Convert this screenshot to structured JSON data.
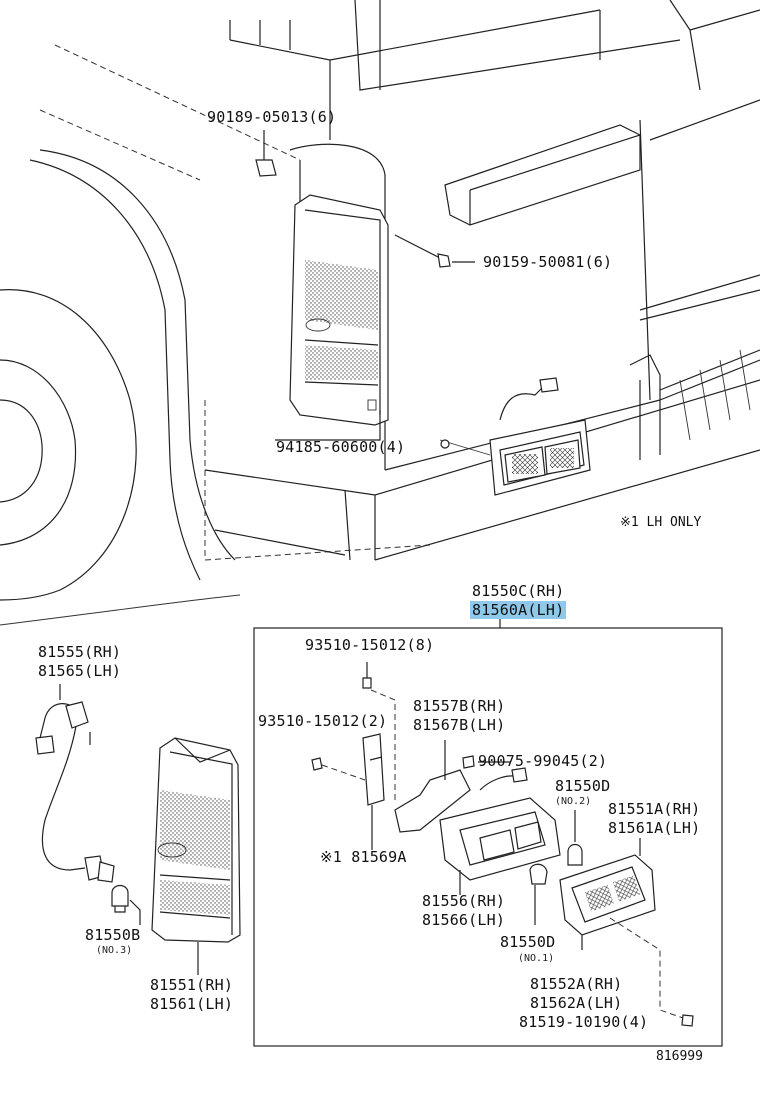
{
  "labels": {
    "p_90189": "90189-05013(6)",
    "p_90159": "90159-50081(6)",
    "p_94185": "94185-60600(4)",
    "lh_only": "※1 LH ONLY",
    "p_81550c": "81550C(RH)",
    "p_81560a": "81560A(LH)",
    "p_81555": "81555(RH)",
    "p_81565": "81565(LH)",
    "p_93510_8": "93510-15012(8)",
    "p_93510_2": "93510-15012(2)",
    "p_81557b": "81557B(RH)",
    "p_81567b": "81567B(LH)",
    "p_90075": "90075-99045(2)",
    "p_81550d_top": "81550D",
    "no2": "(NO.2)",
    "p_81551a": "81551A(RH)",
    "p_81561a": "81561A(LH)",
    "p_81569a": "※1 81569A",
    "p_81556": "81556(RH)",
    "p_81566": "81566(LH)",
    "p_81550d_bot": "81550D",
    "no1": "(NO.1)",
    "p_81550b": "81550B",
    "no3": "(NO.3)",
    "p_81552a": "81552A(RH)",
    "p_81562a": "81562A(LH)",
    "p_81519": "81519-10190(4)",
    "p_81551": "81551(RH)",
    "p_81561": "81561(LH)",
    "figure_no": "816999"
  },
  "highlight_color": "#8fc8ea"
}
